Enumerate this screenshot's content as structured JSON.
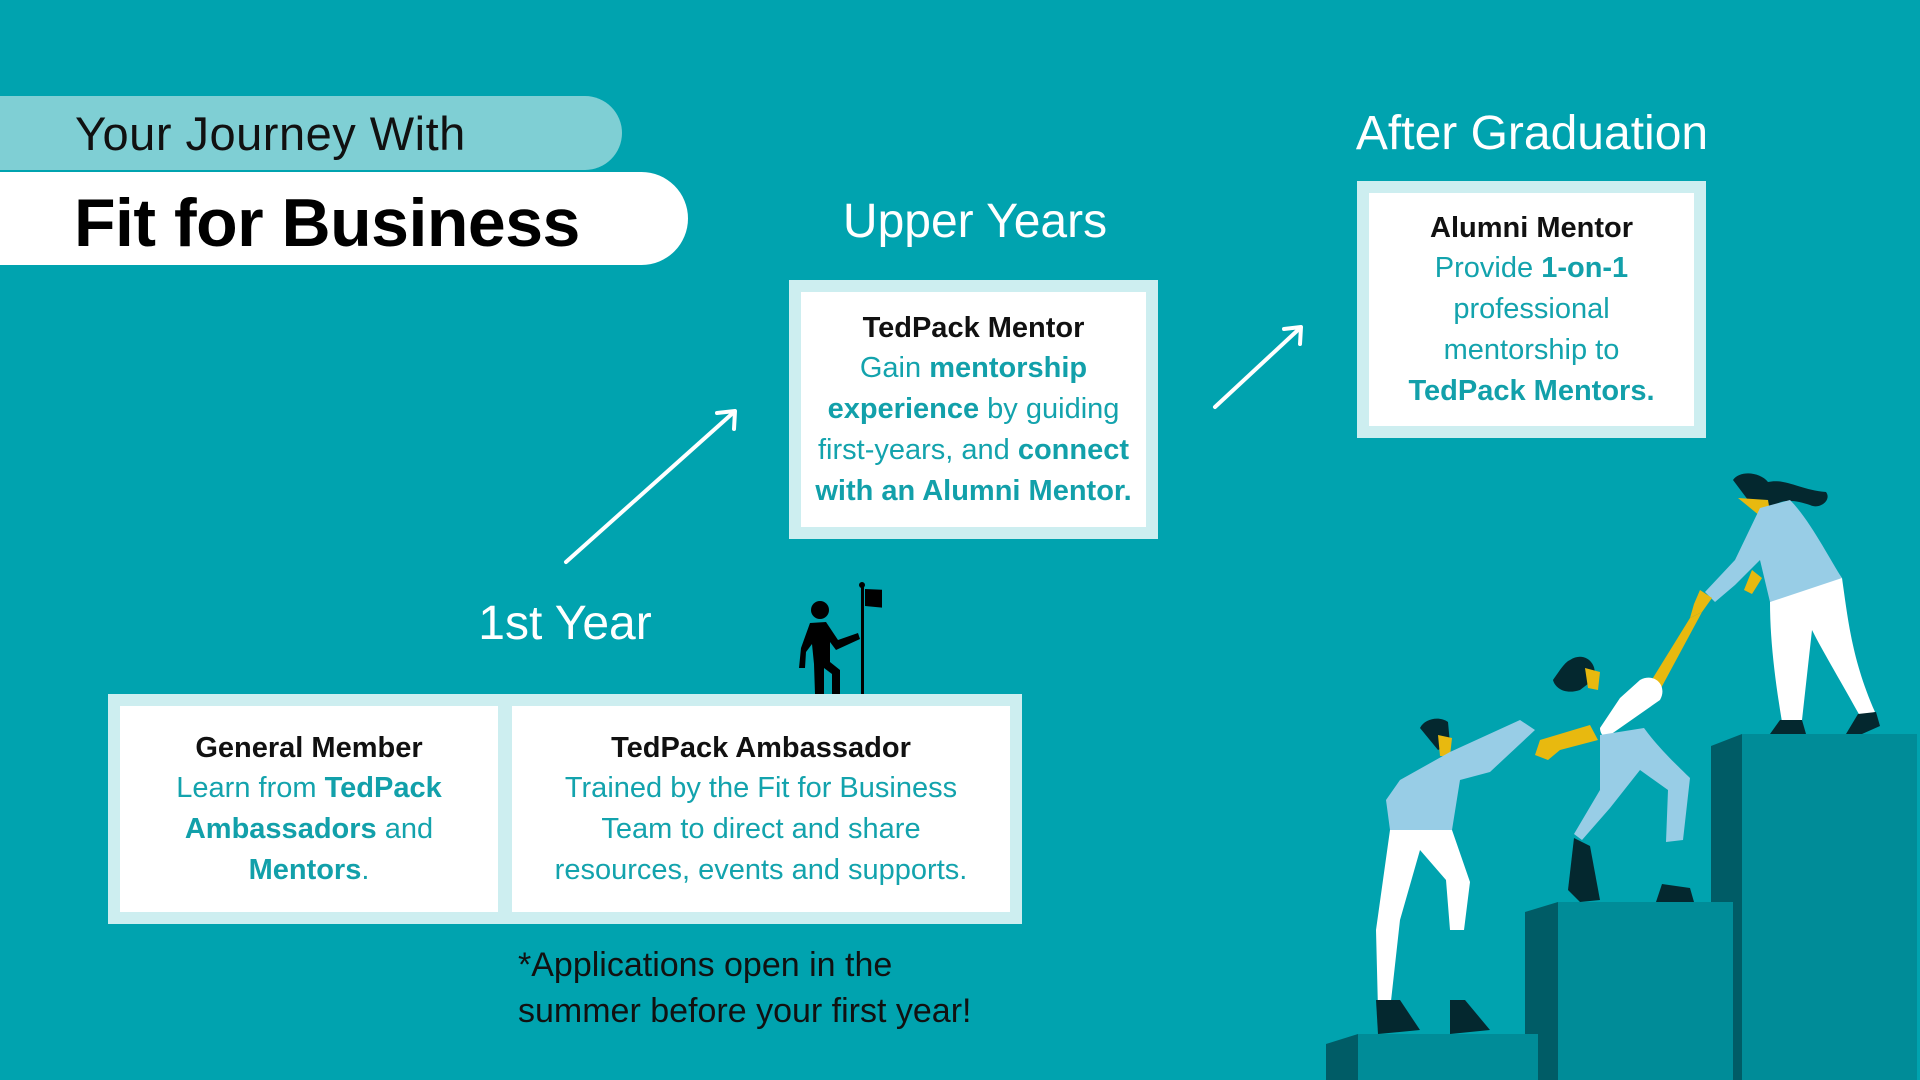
{
  "header": {
    "subtitle": "Your Journey With",
    "title": "Fit for Business"
  },
  "stages": {
    "first_year": {
      "heading": "1st Year",
      "cards": [
        {
          "title": "General Member",
          "body_parts": [
            {
              "text": "Learn from ",
              "bold": false
            },
            {
              "text": "TedPack Ambassadors",
              "bold": true
            },
            {
              "text": " and ",
              "bold": false
            },
            {
              "text": "Mentors",
              "bold": true
            },
            {
              "text": ".",
              "bold": false
            }
          ]
        },
        {
          "title": "TedPack Ambassador",
          "body_parts": [
            {
              "text": "Trained by the Fit for Business Team to direct and share resources, events and supports.",
              "bold": false
            }
          ]
        }
      ]
    },
    "upper_years": {
      "heading": "Upper Years",
      "card": {
        "title": "TedPack Mentor",
        "body_parts": [
          {
            "text": "Gain ",
            "bold": false
          },
          {
            "text": "mentorship experience",
            "bold": true
          },
          {
            "text": " by guiding first-years, and ",
            "bold": false
          },
          {
            "text": "connect with an Alumni Mentor.",
            "bold": true
          }
        ]
      }
    },
    "after_graduation": {
      "heading": "After Graduation",
      "card": {
        "title": "Alumni Mentor",
        "body_parts": [
          {
            "text": "Provide ",
            "bold": false
          },
          {
            "text": "1-on-1",
            "bold": true
          },
          {
            "text": " professional mentorship to ",
            "bold": false
          },
          {
            "text": "TedPack Mentors.",
            "bold": true
          }
        ]
      }
    }
  },
  "footnote": {
    "line1": "*Applications open in the",
    "line2": "summer before your first year!"
  },
  "icons": {
    "progress_arrow": "arrow-up-right",
    "flag_figure": "person-with-flag",
    "illustration": "people-helping-climb-steps"
  },
  "colors": {
    "background": "#00A3AF",
    "title_bar_light": "#7FCFD4",
    "card_border": "#CDEEF0",
    "accent_text": "#13A3AD",
    "step_front": "#008C98",
    "step_side": "#005C66",
    "skin": "#E8B90F",
    "shirt_light_blue": "#98CDE6",
    "hair": "#04282F"
  }
}
